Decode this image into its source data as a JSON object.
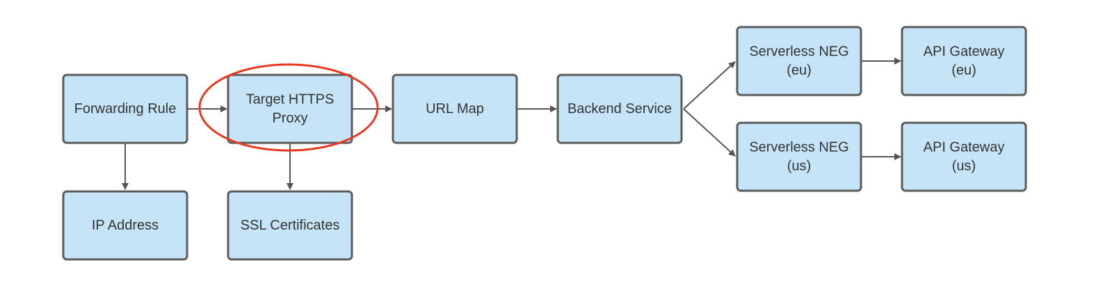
{
  "colors": {
    "node_fill": "#c5e4f7",
    "node_stroke": "#5a5a5a",
    "edge": "#555555",
    "highlight": "#e8391e",
    "text": "#333333",
    "background": "#ffffff"
  },
  "nodes": [
    {
      "id": "forwarding-rule",
      "lines": [
        "Forwarding Rule"
      ]
    },
    {
      "id": "target-https-proxy",
      "lines": [
        "Target HTTPS",
        "Proxy"
      ]
    },
    {
      "id": "url-map",
      "lines": [
        "URL Map"
      ]
    },
    {
      "id": "backend-service",
      "lines": [
        "Backend Service"
      ]
    },
    {
      "id": "serverless-neg-eu",
      "lines": [
        "Serverless NEG",
        "(eu)"
      ]
    },
    {
      "id": "api-gateway-eu",
      "lines": [
        "API Gateway",
        "(eu)"
      ]
    },
    {
      "id": "serverless-neg-us",
      "lines": [
        "Serverless NEG",
        "(us)"
      ]
    },
    {
      "id": "api-gateway-us",
      "lines": [
        "API Gateway",
        "(us)"
      ]
    },
    {
      "id": "ip-address",
      "lines": [
        "IP Address"
      ]
    },
    {
      "id": "ssl-certificates",
      "lines": [
        "SSL Certificates"
      ]
    }
  ],
  "edges": [
    {
      "from": "forwarding-rule",
      "to": "target-https-proxy"
    },
    {
      "from": "target-https-proxy",
      "to": "url-map"
    },
    {
      "from": "url-map",
      "to": "backend-service"
    },
    {
      "from": "backend-service",
      "to": "serverless-neg-eu"
    },
    {
      "from": "backend-service",
      "to": "serverless-neg-us"
    },
    {
      "from": "serverless-neg-eu",
      "to": "api-gateway-eu"
    },
    {
      "from": "serverless-neg-us",
      "to": "api-gateway-us"
    },
    {
      "from": "forwarding-rule",
      "to": "ip-address"
    },
    {
      "from": "target-https-proxy",
      "to": "ssl-certificates"
    }
  ],
  "highlight": {
    "node": "target-https-proxy",
    "shape": "ellipse"
  }
}
